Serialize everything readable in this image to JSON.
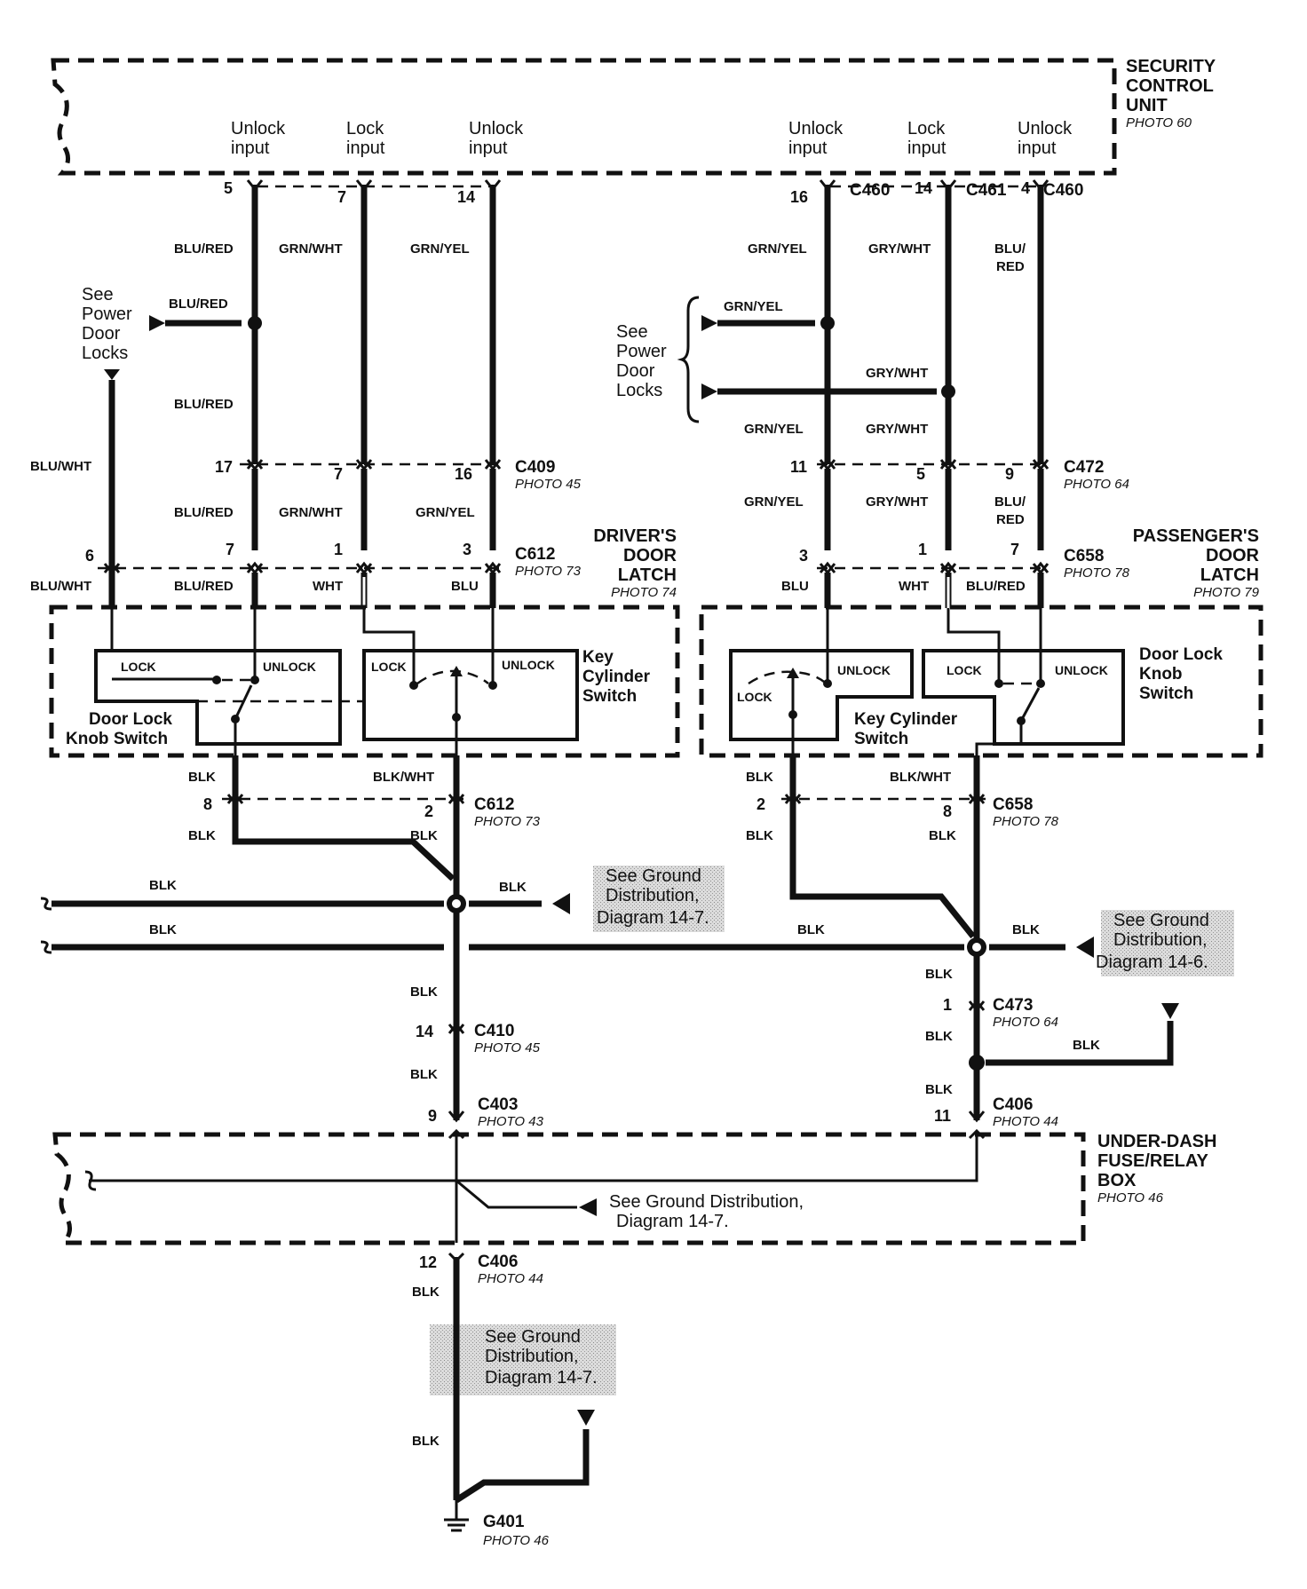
{
  "scu": {
    "title": [
      "SECURITY",
      "CONTROL",
      "UNIT"
    ],
    "photo": "PHOTO 60",
    "inputs": [
      [
        "Unlock",
        "input"
      ],
      [
        "Lock",
        "input"
      ],
      [
        "Unlock",
        "input"
      ],
      [
        "Unlock",
        "input"
      ],
      [
        "Lock",
        "input"
      ],
      [
        "Unlock",
        "input"
      ]
    ]
  },
  "scu_pins": [
    "5",
    "7",
    "14",
    "16",
    "14",
    "4"
  ],
  "scu_conns": [
    "C460",
    "C461",
    "C460"
  ],
  "wires_top": [
    "BLU/RED",
    "GRN/WHT",
    "GRN/YEL",
    "GRN/YEL",
    "GRY/WHT",
    "BLU/",
    "RED"
  ],
  "power_left": {
    "note": [
      "See",
      "Power",
      "Door",
      "Locks"
    ],
    "wire": "BLU/RED",
    "wire_mid": "BLU/RED",
    "wire_side": "BLU/WHT"
  },
  "power_right": {
    "note": [
      "See",
      "Power",
      "Door",
      "Locks"
    ],
    "wire1": "GRN/YEL",
    "wire2": "GRY/WHT",
    "below1": "GRN/YEL",
    "below2": "GRY/WHT"
  },
  "c409": {
    "name": "C409",
    "photo": "PHOTO 45",
    "pins": [
      "17",
      "7",
      "16"
    ]
  },
  "c472": {
    "name": "C472",
    "photo": "PHOTO 64",
    "pins": [
      "11",
      "5",
      "9"
    ]
  },
  "mid_left": [
    "BLU/RED",
    "GRN/WHT",
    "GRN/YEL"
  ],
  "mid_right": [
    "GRN/YEL",
    "GRY/WHT",
    "BLU/",
    "RED"
  ],
  "c612": {
    "name": "C612",
    "photo": "PHOTO 73",
    "pins": [
      "6",
      "7",
      "1",
      "3"
    ]
  },
  "c658": {
    "name": "C658",
    "photo": "PHOTO 78",
    "pins": [
      "3",
      "1",
      "7"
    ]
  },
  "drivers": {
    "title": [
      "DRIVER'S",
      "DOOR",
      "LATCH"
    ],
    "photo": "PHOTO 74"
  },
  "passengers": {
    "title": [
      "PASSENGER'S",
      "DOOR",
      "LATCH"
    ],
    "photo": "PHOTO 79"
  },
  "latch_left_wires": [
    "BLU/WHT",
    "BLU/RED",
    "WHT",
    "BLU"
  ],
  "latch_right_wires": [
    "BLU",
    "WHT",
    "BLU/RED"
  ],
  "sw_left": {
    "lock1": "LOCK",
    "unlock1": "UNLOCK",
    "lock2": "LOCK",
    "unlock2": "UNLOCK",
    "knob": [
      "Door Lock",
      "Knob Switch"
    ],
    "key": [
      "Key",
      "Cylinder",
      "Switch"
    ]
  },
  "sw_right": {
    "lock1": "LOCK",
    "unlock1": "UNLOCK",
    "lock2": "LOCK",
    "unlock2": "UNLOCK",
    "key": [
      "Key Cylinder",
      "Switch"
    ],
    "knob": [
      "Door Lock",
      "Knob",
      "Switch"
    ]
  },
  "ground_left": {
    "w1": "BLK",
    "w2": "BLK/WHT",
    "pin1": "8",
    "pin2": "2",
    "conn": "C612",
    "photo": "PHOTO 73",
    "b1": "BLK",
    "b2": "BLK"
  },
  "ground_right": {
    "w1": "BLK",
    "w2": "BLK/WHT",
    "pin1": "2",
    "pin2": "8",
    "conn": "C658",
    "photo": "PHOTO 78",
    "b1": "BLK",
    "b2": "BLK"
  },
  "bus": {
    "blk": "BLK"
  },
  "see_ground_1": [
    "See Ground",
    "Distribution,",
    "Diagram 14-7."
  ],
  "see_ground_2": [
    "See Ground",
    "Distribution,",
    "Diagram 14-6."
  ],
  "c410": {
    "name": "C410",
    "photo": "PHOTO 45",
    "pin": "14"
  },
  "c403": {
    "name": "C403",
    "photo": "PHOTO 43",
    "pin": "9"
  },
  "c473": {
    "name": "C473",
    "photo": "PHOTO 64",
    "pin": "1"
  },
  "c406a": {
    "name": "C406",
    "photo": "PHOTO 44",
    "pin": "11"
  },
  "c406b": {
    "name": "C406",
    "photo": "PHOTO 44",
    "pin": "12"
  },
  "fuse": {
    "title": [
      "UNDER-DASH",
      "FUSE/RELAY",
      "BOX"
    ],
    "photo": "PHOTO 46",
    "note": [
      "See Ground Distribution,",
      "Diagram 14-7."
    ]
  },
  "see_ground_3": [
    "See Ground",
    "Distribution,",
    "Diagram 14-7."
  ],
  "g401": {
    "name": "G401",
    "photo": "PHOTO 46"
  }
}
